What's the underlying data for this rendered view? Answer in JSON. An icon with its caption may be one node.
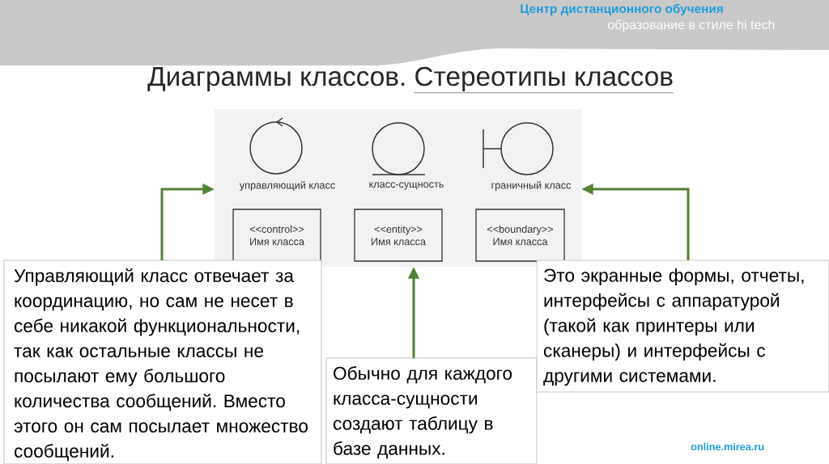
{
  "diagram": {
    "title": "Диаграммы классов. Стереотипы классов",
    "nodes": [
      {
        "text": [],
        "shape": "box"
      },
      {
        "text": [],
        "shape": "circle",
        "in": 0,
        "beside": [
          "управляющий класс"
        ]
      },
      {
        "text": [],
        "shape": "circle",
        "in": 0,
        "beside": [
          "класс-сущность"
        ]
      },
      {
        "text": [],
        "shape": "circle",
        "in": 0,
        "beside": [
          "граничный класс"
        ]
      },
      {
        "text": [
          "<<control>>",
          "Имя класса"
        ],
        "in": 0
      },
      {
        "text": [
          "<<entity>>",
          "Имя класса"
        ],
        "in": 0
      },
      {
        "text": [
          "<<boundary>>",
          "Имя класса"
        ],
        "in": 0
      },
      {
        "text": [
          "Управляющий класс отвечает за координацию, но сам не несет в себе никакой функциональности, так как остальные классы не посылают ему большого количества сообщений. Вместо этого он сам посылает множество сообщений."
        ]
      },
      {
        "text": [
          "Обычно для каждого класса-сущности создают таблицу в базе данных."
        ]
      },
      {
        "text": [
          "Это экранные формы, отчеты, интерфейсы с аппаратурой (такой как принтеры или сканеры) и интерфейсы с другими системами."
        ]
      }
    ],
    "edges": [
      {
        "from": 7,
        "to": 0,
        "arrow": "to"
      },
      {
        "from": 8,
        "to": 0,
        "arrow": "to"
      },
      {
        "from": 9,
        "to": 0,
        "arrow": "to"
      }
    ],
    "labels": [
      "Центр дистанционного обучения",
      "образование в стиле hi tech",
      "online.mirea.ru"
    ]
  }
}
